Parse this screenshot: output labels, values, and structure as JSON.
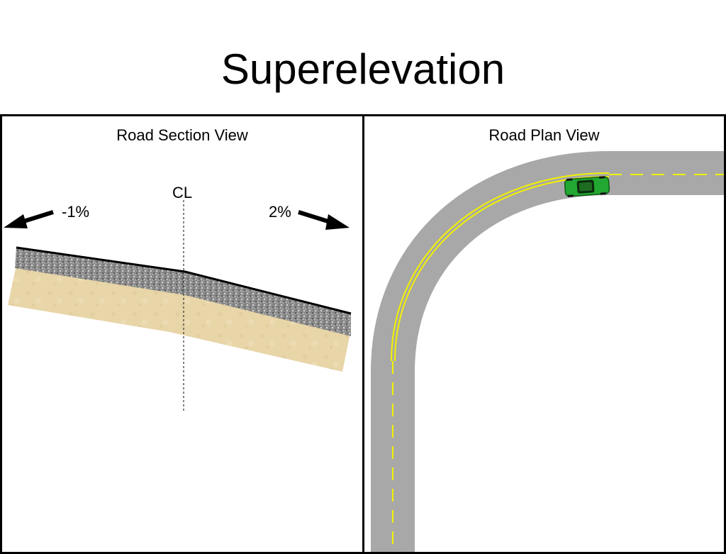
{
  "title": "Superelevation",
  "section_view": {
    "title": "Road Section View",
    "centerline_label": "CL",
    "left_slope": "-1%",
    "right_slope": "2%"
  },
  "plan_view": {
    "title": "Road Plan View"
  },
  "colors": {
    "road": "#a8a8a8",
    "centerline": "#f2f200",
    "soil": "#e6d3a6",
    "asphalt": "#8e8e8e",
    "car": "#22a832"
  }
}
